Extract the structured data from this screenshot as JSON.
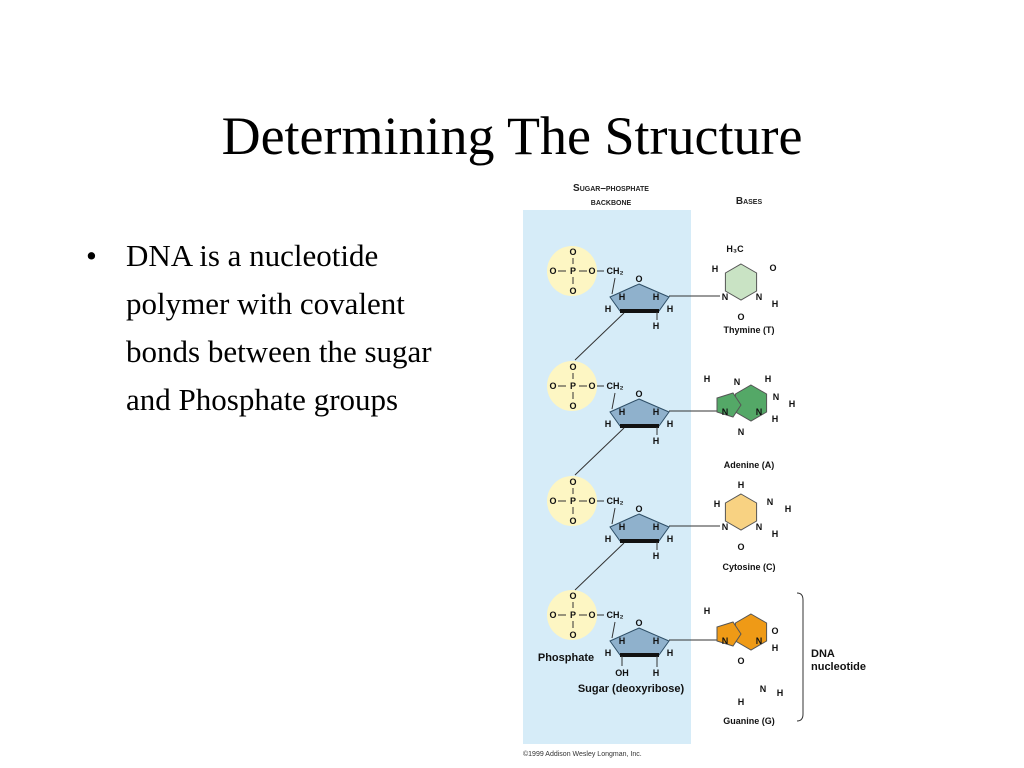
{
  "slide": {
    "title": "Determining The Structure",
    "bullets": [
      "DNA is a nucleotide polymer with covalent bonds between the sugar and Phosphate groups"
    ],
    "bullet_glyph": "•"
  },
  "figure": {
    "header_backbone_line1": "Sugar–phosphate",
    "header_backbone_line2": "backbone",
    "header_bases": "Bases",
    "phosphate_label": "Phosphate",
    "sugar_label": "Sugar (deoxyribose)",
    "dna_nucleotide_line1": "DNA",
    "dna_nucleotide_line2": "nucleotide",
    "copyright": "©1999 Addison Wesley Longman, Inc.",
    "atoms": {
      "O": "O",
      "P": "P",
      "H": "H",
      "N": "N",
      "CH2": "CH₂",
      "OH": "OH",
      "H3C": "H₃C"
    },
    "bases": [
      {
        "name": "Thymine (T)",
        "color": "#c9e3c4"
      },
      {
        "name": "Adenine (A)",
        "color": "#54a867"
      },
      {
        "name": "Cytosine (C)",
        "color": "#f8d282"
      },
      {
        "name": "Guanine (G)",
        "color": "#ef9a16"
      }
    ],
    "colors": {
      "backbone_panel": "#d6ecf8",
      "phosphate_circle": "#fdf6c3",
      "sugar_ring": "#8fb1cc"
    }
  }
}
